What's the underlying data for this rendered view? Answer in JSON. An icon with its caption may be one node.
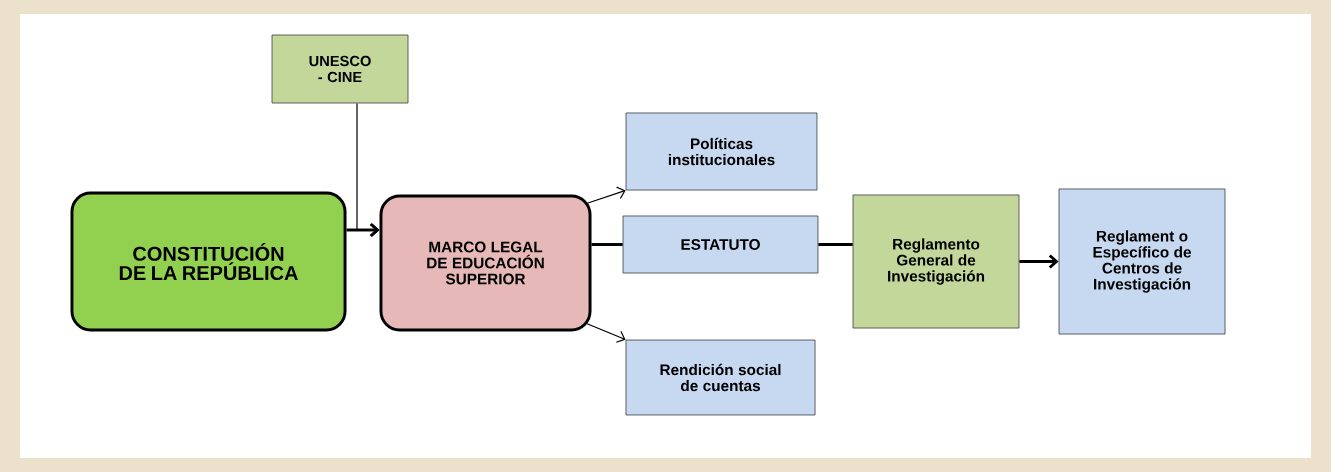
{
  "diagram": {
    "nodes": [
      {
        "text": [
          "UNESCO - CINE"
        ]
      },
      {
        "text": [
          "CONSTITUCIÓN DE LA REPÚBLICA"
        ]
      },
      {
        "text": [
          "MARCO LEGAL  DE EDUCACIÓN SUPERIOR"
        ]
      },
      {
        "text": [
          "Políticas institucionales"
        ]
      },
      {
        "text": [
          "ESTATUTO"
        ]
      },
      {
        "text": [
          "Rendición social de cuentas"
        ]
      },
      {
        "text": [
          "Reglamento General de Investigación"
        ]
      },
      {
        "text": [
          "Reglament o Específico de Centros de Investigación"
        ]
      }
    ],
    "edges": [
      {
        "from": 0,
        "to": 2,
        "arrow": "to"
      },
      {
        "from": 1,
        "to": 2,
        "arrow": "to"
      },
      {
        "from": 2,
        "to": 3,
        "arrow": "to"
      },
      {
        "from": 2,
        "to": 4,
        "arrow": "none"
      },
      {
        "from": 2,
        "to": 5,
        "arrow": "to"
      },
      {
        "from": 4,
        "to": 6,
        "arrow": "none"
      },
      {
        "from": 6,
        "to": 7,
        "arrow": "to"
      }
    ]
  }
}
